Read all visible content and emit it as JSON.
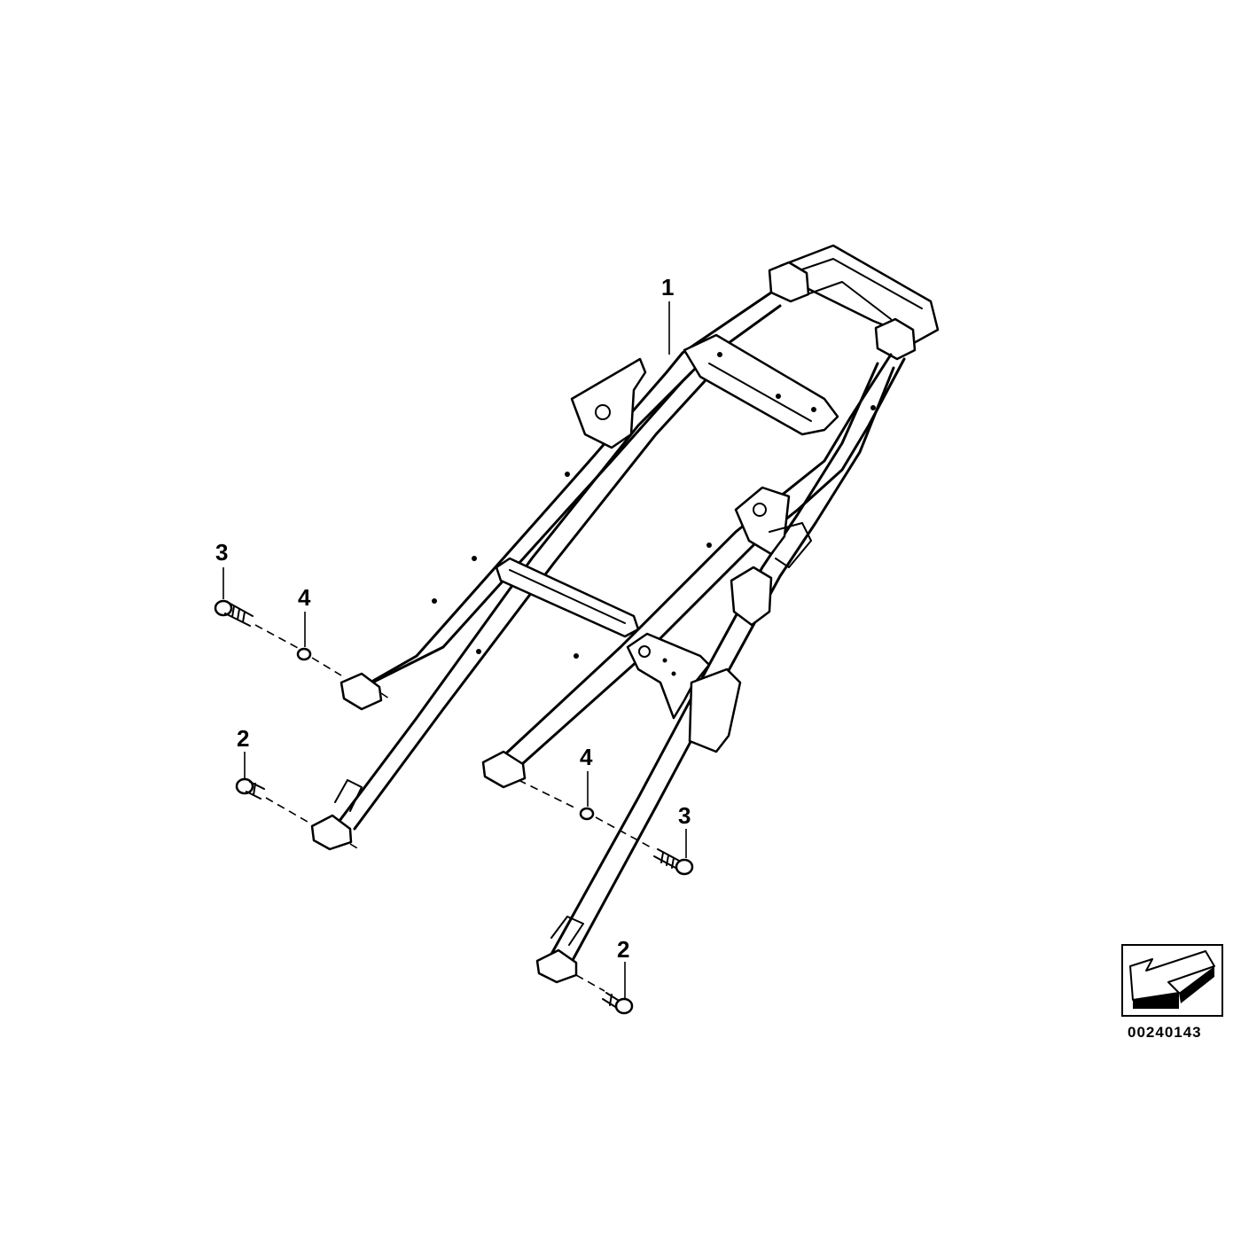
{
  "diagram": {
    "callouts": [
      {
        "id": "c1",
        "label": "1"
      },
      {
        "id": "c2a",
        "label": "2"
      },
      {
        "id": "c2b",
        "label": "2"
      },
      {
        "id": "c3a",
        "label": "3"
      },
      {
        "id": "c3b",
        "label": "3"
      },
      {
        "id": "c4a",
        "label": "4"
      },
      {
        "id": "c4b",
        "label": "4"
      }
    ],
    "part_number": "00240143",
    "direction_icon": "arrow-down-left-icon"
  }
}
